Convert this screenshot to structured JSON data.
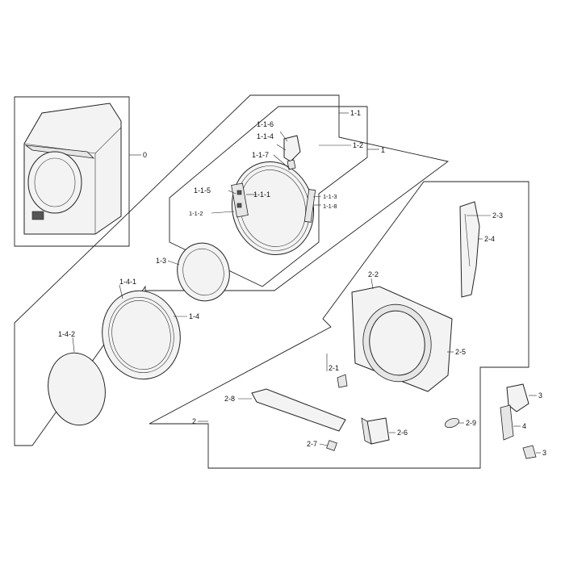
{
  "callouts": {
    "c0": "0",
    "c1": "1",
    "c1_1": "1-1",
    "c1_1_1": "1-1-1",
    "c1_1_2": "1-1-2",
    "c1_1_3": "1-1-3",
    "c1_1_4": "1-1-4",
    "c1_1_5": "1-1-5",
    "c1_1_6": "1-1-6",
    "c1_1_7": "1-1-7",
    "c1_1_8": "1-1-8",
    "c1_2": "1-2",
    "c1_3": "1-3",
    "c1_4": "1-4",
    "c1_4_1": "1-4-1",
    "c1_4_2": "1-4-2",
    "c2": "2",
    "c2_1": "2-1",
    "c2_2": "2-2",
    "c2_3": "2-3",
    "c2_4": "2-4",
    "c2_5": "2-5",
    "c2_6": "2-6",
    "c2_7": "2-7",
    "c2_8": "2-8",
    "c2_9": "2-9",
    "c3a": "3",
    "c3b": "3",
    "c4": "4"
  }
}
